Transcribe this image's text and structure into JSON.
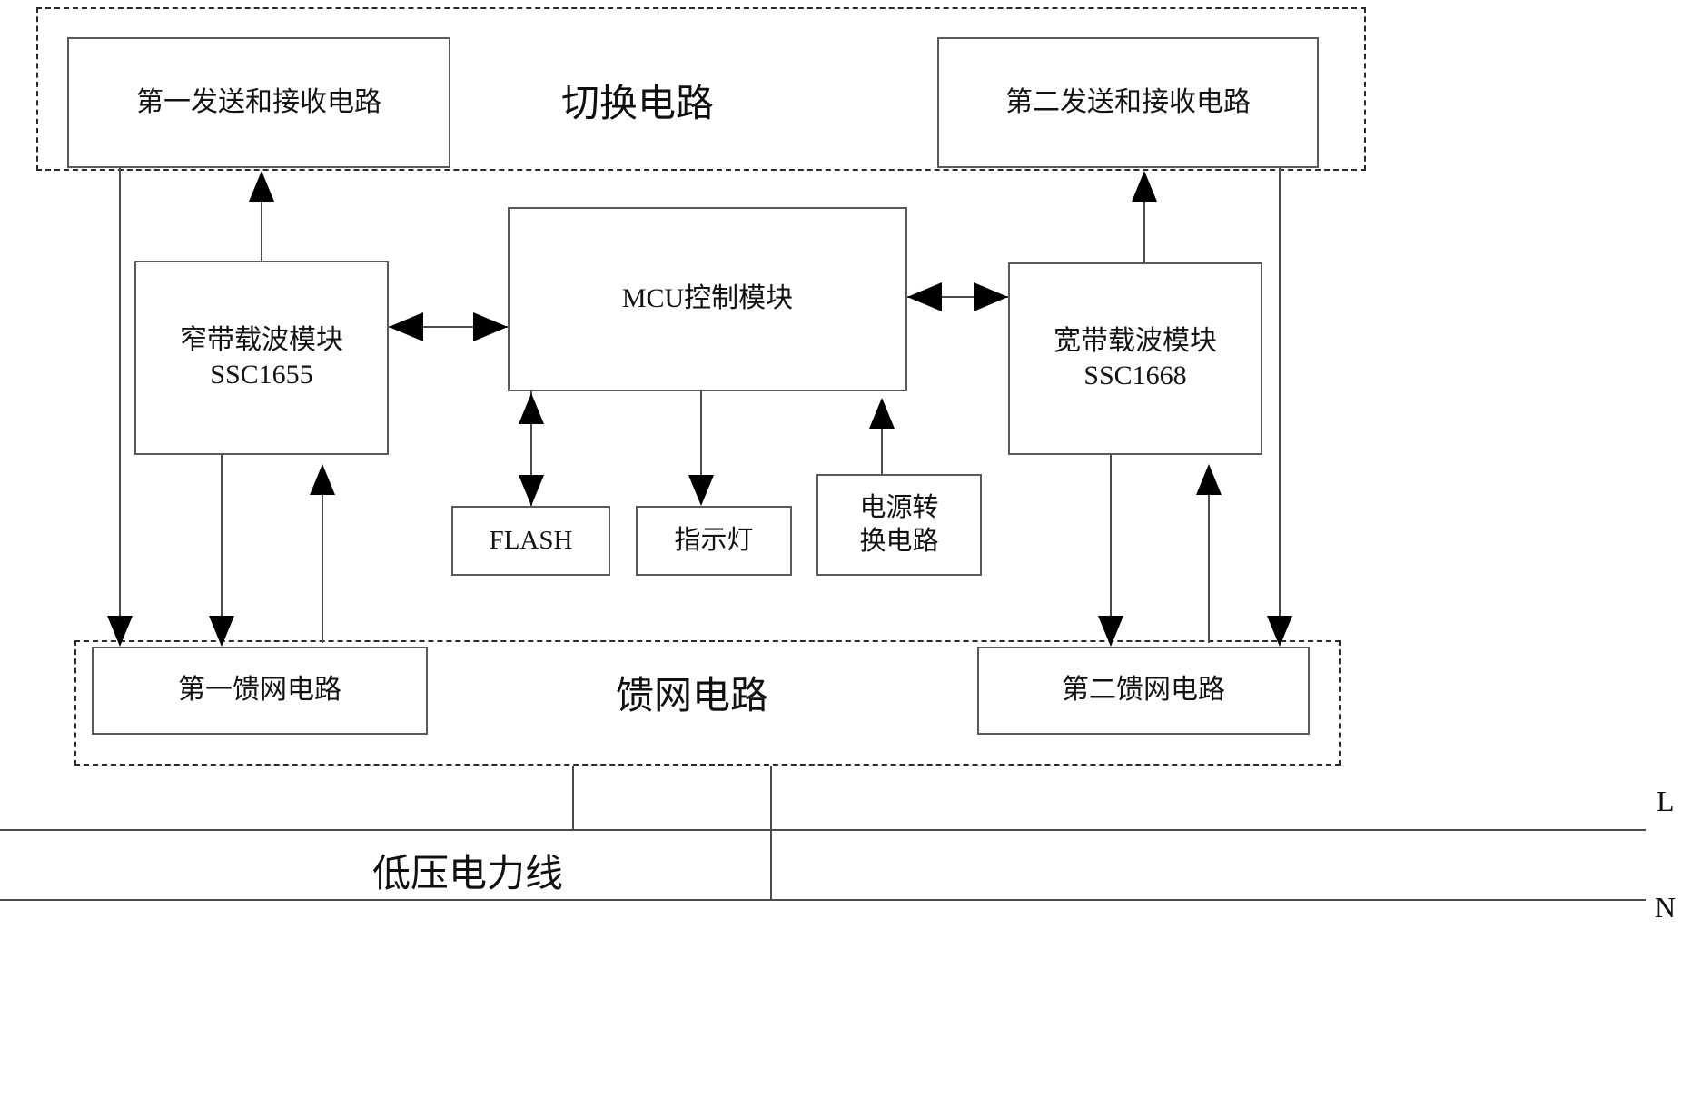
{
  "diagram": {
    "title_switching": "切换电路",
    "title_feed": "馈网电路",
    "powerline_label": "低压电力线",
    "terminal_l": "L",
    "terminal_n": "N"
  },
  "blocks": {
    "first_tx_rx": "第一发送和接收电路",
    "second_tx_rx": "第二发送和接收电路",
    "narrowband": "窄带载波模块\nSSC1655",
    "broadband": "宽带载波模块\nSSC1668",
    "mcu": "MCU控制模块",
    "flash": "FLASH",
    "indicator": "指示灯",
    "power_converter": "电源转\n换电路",
    "first_feed": "第一馈网电路",
    "second_feed": "第二馈网电路"
  },
  "colors": {
    "box_border": "#5a5a5a",
    "dashed_border": "#2a2a2a",
    "line": "#4a4a4a",
    "arrow": "#000000",
    "background": "#ffffff",
    "text": "#131313"
  }
}
